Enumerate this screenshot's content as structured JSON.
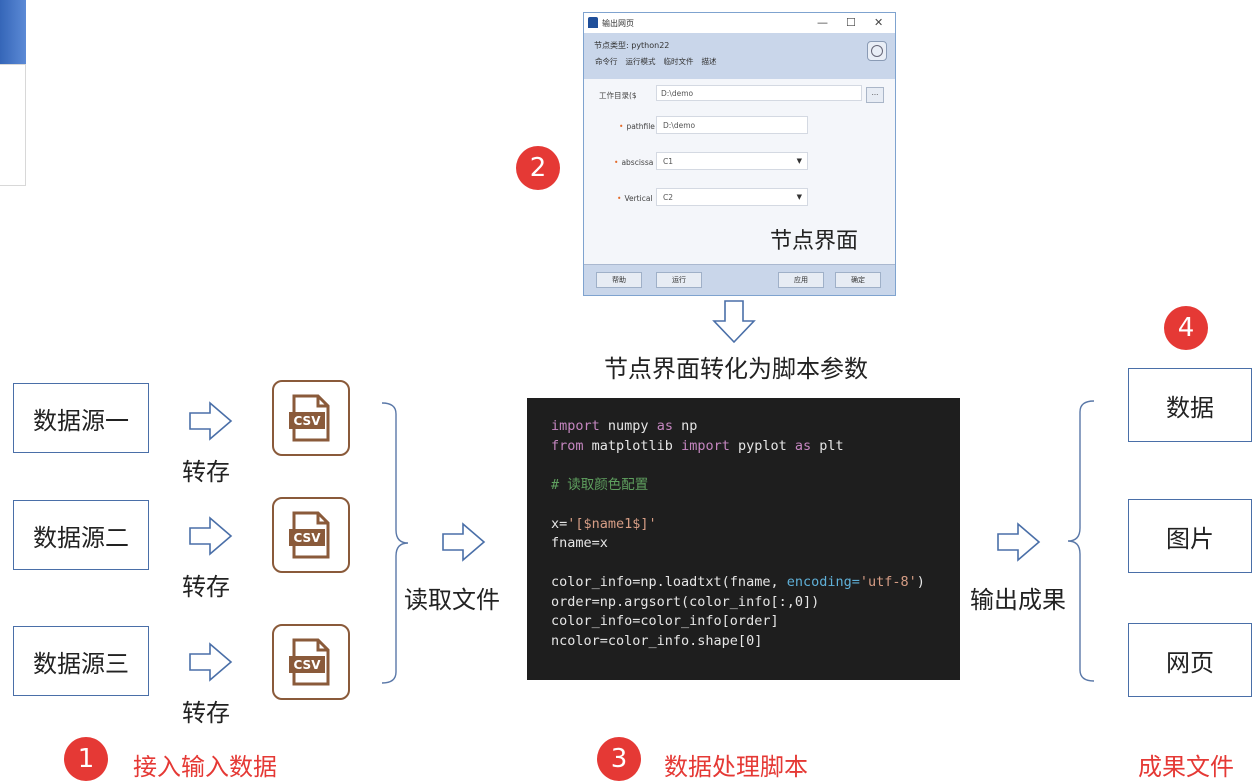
{
  "dialog": {
    "title": "输出网页",
    "node_type": "节点类型: python22",
    "tabs": [
      "命令行",
      "运行模式",
      "临时文件",
      "描述"
    ],
    "workdir_label": "工作目录($",
    "workdir_value": "D:\\demo",
    "browse_label": "...",
    "fields": [
      {
        "label": "pathfile",
        "value": "D:\\demo"
      },
      {
        "label": "abscissa",
        "value": "C1"
      },
      {
        "label": "Vertical",
        "value": "C2"
      }
    ],
    "caption": "节点界面",
    "buttons": [
      "帮助",
      "运行",
      "应用",
      "确定"
    ],
    "window_controls": [
      "—",
      "☐",
      "✕"
    ]
  },
  "flow": {
    "sources": [
      "数据源一",
      "数据源二",
      "数据源三"
    ],
    "save_label": "转存",
    "file_badge": "CSV",
    "read_label": "读取文件",
    "convert_label": "节点界面转化为脚本参数",
    "output_label": "输出成果",
    "outputs": [
      "数据",
      "图片",
      "网页"
    ]
  },
  "code": {
    "lines": [
      {
        "parts": [
          [
            "kw",
            "import"
          ],
          [
            "t",
            " numpy "
          ],
          [
            "kw",
            "as"
          ],
          [
            "t",
            " np"
          ]
        ]
      },
      {
        "parts": [
          [
            "kw",
            "from"
          ],
          [
            "t",
            " matplotlib "
          ],
          [
            "kw",
            "import"
          ],
          [
            "t",
            " pyplot "
          ],
          [
            "kw",
            "as"
          ],
          [
            "t",
            " plt"
          ]
        ]
      },
      {
        "parts": [
          [
            "t",
            ""
          ]
        ]
      },
      {
        "parts": [
          [
            "cm",
            "# 读取颜色配置"
          ]
        ]
      },
      {
        "parts": [
          [
            "t",
            ""
          ]
        ]
      },
      {
        "parts": [
          [
            "t",
            "x="
          ],
          [
            "st",
            "'[$name1$]'"
          ]
        ]
      },
      {
        "parts": [
          [
            "t",
            "fname=x"
          ]
        ]
      },
      {
        "parts": [
          [
            "t",
            ""
          ]
        ]
      },
      {
        "parts": [
          [
            "t",
            "color_info=np.loadtxt(fname, "
          ],
          [
            "pm",
            "encoding="
          ],
          [
            "st",
            "'utf-8'"
          ],
          [
            "t",
            ")"
          ]
        ]
      },
      {
        "parts": [
          [
            "t",
            "order=np.argsort(color_info[:,0])"
          ]
        ]
      },
      {
        "parts": [
          [
            "t",
            "color_info=color_info[order]"
          ]
        ]
      },
      {
        "parts": [
          [
            "t",
            "ncolor=color_info.shape[0]"
          ]
        ]
      }
    ]
  },
  "steps": [
    {
      "number": "1",
      "label": "接入输入数据"
    },
    {
      "number": "2"
    },
    {
      "number": "3",
      "label": "数据处理脚本"
    },
    {
      "number": "4"
    }
  ],
  "result_label": "成果文件",
  "colors": {
    "accent_red": "#e53935",
    "box_border": "#4a6fa8",
    "csv_brown": "#8a5a3a"
  }
}
